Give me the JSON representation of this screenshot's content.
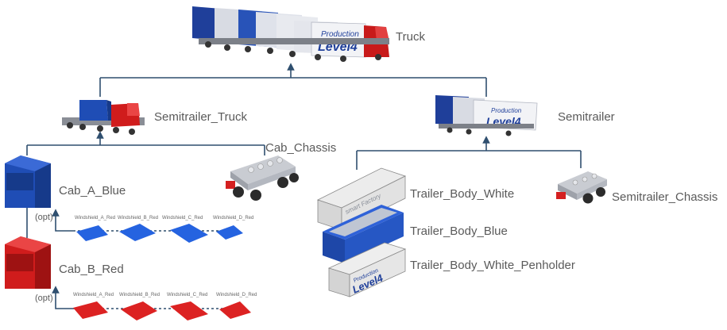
{
  "nodes": {
    "truck": "Truck",
    "semitrailer_truck": "Semitrailer_Truck",
    "semitrailer": "Semitrailer",
    "cab_chassis": "Cab_Chassis",
    "cab_a_blue": "Cab_A_Blue",
    "cab_b_red": "Cab_B_Red",
    "trailer_body_white": "Trailer_Body_White",
    "trailer_body_blue": "Trailer_Body_Blue",
    "trailer_body_white_penholder": "Trailer_Body_White_Penholder",
    "semitrailer_chassis": "Semitrailer_Chassis"
  },
  "optional_marker": "(opt)",
  "windshields_red_row1": [
    "Windshield_A_Red",
    "Windshield_B_Red",
    "Windshield_C_Red",
    "Windshield_D_Red"
  ],
  "windshields_red_row2": [
    "Windshield_A_Red",
    "Windshield_B_Red",
    "Windshield_C_Red",
    "Windshield_D_Red"
  ],
  "branding": {
    "production": "Production",
    "level4": "Level4",
    "smart_factory": "smart Factory"
  },
  "colors": {
    "connector": "#2f4f6f",
    "blue_part": "#2255cc",
    "red_part": "#d42020",
    "label_text": "#5a5a5a"
  }
}
